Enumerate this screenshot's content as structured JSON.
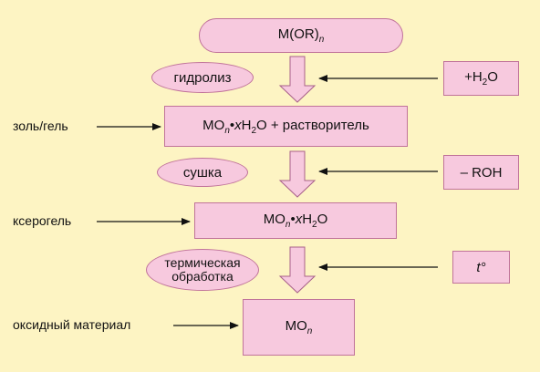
{
  "nodes": {
    "precursor": {
      "base": "M(OR)",
      "sub_n": "n"
    },
    "hydrolysis": "гидролиз",
    "drying": "сушка",
    "thermal_line1": "термическая",
    "thermal_line2": "обработка",
    "solgel_box": {
      "mo": "MO",
      "sub_n": "n",
      "dot": "•",
      "x": "x",
      "h": "H",
      "sub_2": "2",
      "rest": "O + растворитель"
    },
    "xerogel_box": {
      "mo": "MO",
      "sub_n": "n",
      "dot": "•",
      "x": "x",
      "h": "H",
      "sub_2": "2",
      "rest": "O"
    },
    "oxide_box": {
      "mo": "MO",
      "sub_n": "n"
    },
    "water_add": {
      "pre": "+H",
      "sub_2": "2",
      "post": "O"
    },
    "roh_remove": "– ROH",
    "temp": "t°"
  },
  "side_labels": {
    "solgel": "золь/гель",
    "xerogel": "ксерогель",
    "oxide": "оксидный материал"
  },
  "colors": {
    "background": "#fdf4c3",
    "node_fill": "#f7c9de",
    "node_border": "#c0739a",
    "arrow_fill": "#f7c9de",
    "arrow_border": "#a8608a",
    "line": "#111111"
  }
}
